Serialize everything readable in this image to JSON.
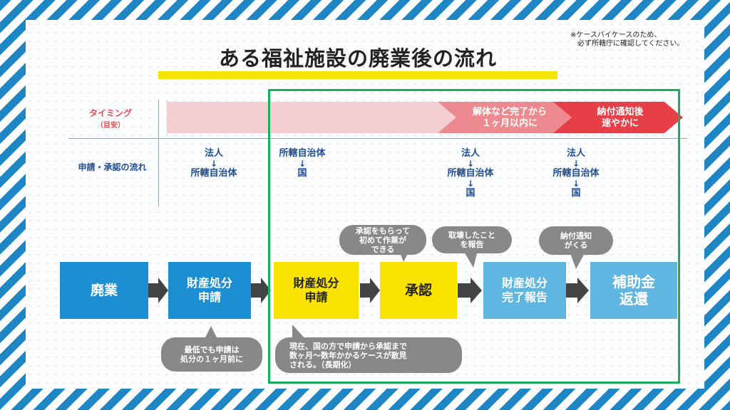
{
  "note": {
    "line1": "※ケースバイケースのため、",
    "line2": "必ず所轄庁に確認してください。"
  },
  "title": "ある福祉施設の廃業後の流れ",
  "row_labels": {
    "timing_main": "タイミング",
    "timing_sub": "（目安）",
    "flow": "申請・承認の流れ"
  },
  "timing_arrows": {
    "a1_line1": "解体など完了から",
    "a1_line2": "１ヶ月以内に",
    "a2_line1": "納付通知後",
    "a2_line2": "速やかに"
  },
  "routes": [
    {
      "lines": [
        "法人",
        "↓",
        "所轄自治体"
      ]
    },
    {
      "lines": [
        "所轄自治体",
        "↓",
        "国"
      ]
    },
    {
      "lines": [
        "法人",
        "↓",
        "所轄自治体",
        "↓",
        "国"
      ]
    },
    {
      "lines": [
        "法人",
        "↓",
        "所轄自治体",
        "↓",
        "国"
      ]
    }
  ],
  "steps": [
    {
      "lines": [
        "廃業"
      ]
    },
    {
      "lines": [
        "財産処分",
        "申請"
      ]
    },
    {
      "lines": [
        "財産処分",
        "申請"
      ]
    },
    {
      "lines": [
        "承認"
      ]
    },
    {
      "lines": [
        "財産処分",
        "完了報告"
      ]
    },
    {
      "lines": [
        "補助金",
        "返還"
      ]
    }
  ],
  "bubbles": {
    "approval": [
      "承認をもらって",
      "初めて作業が",
      "できる"
    ],
    "report": [
      "取壊したこと",
      "を報告"
    ],
    "notice": [
      "納付通知",
      "がくる"
    ],
    "deadline": [
      "最低でも申請は",
      "処分の１ヶ月前に"
    ],
    "delay": [
      "現在、国の方で申請から承認まで",
      "数ヶ月～数年かかるケースが散見",
      "される。（長期化）"
    ]
  },
  "colors": {
    "accent_blue": "#1c8fd3",
    "light_blue": "#5fb6e0",
    "yellow": "#f7e200",
    "green_frame": "#14b05c",
    "timing_pink": "#f4c9cd",
    "timing_red": "#e8474f",
    "label_blue": "#1f4f97"
  }
}
